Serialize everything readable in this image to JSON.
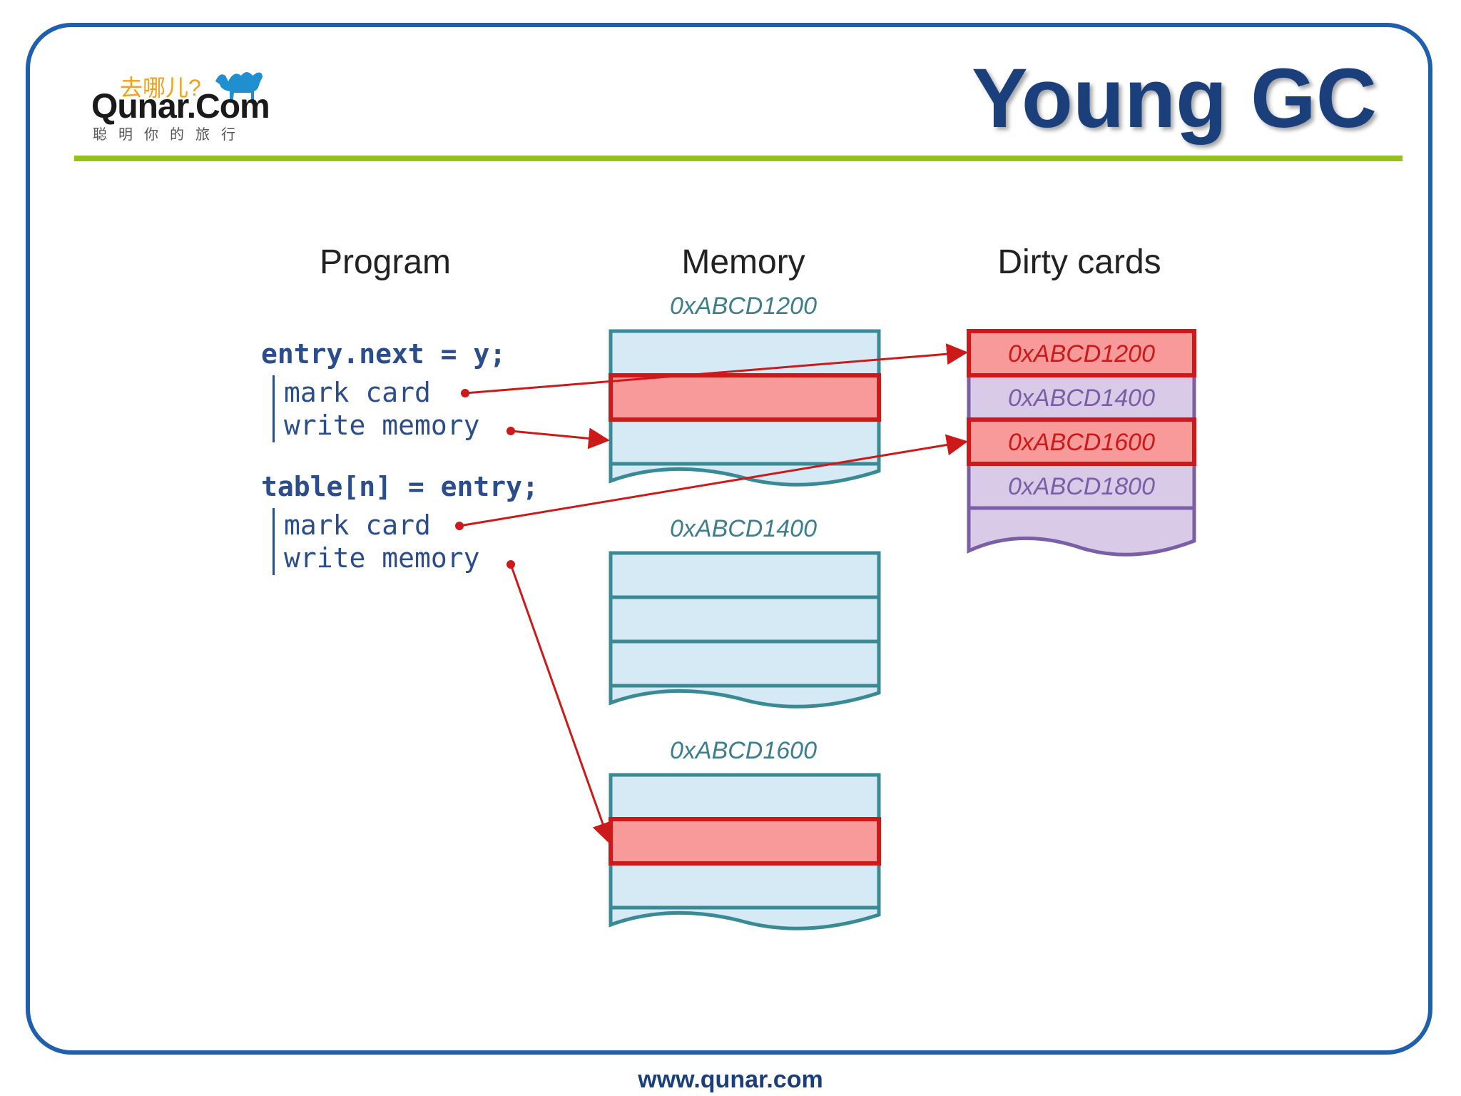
{
  "header": {
    "title": "Young GC",
    "logo": {
      "chinese": "去哪儿?",
      "name": "Qunar.Com",
      "slogan": "聪明你的旅行"
    }
  },
  "footer": {
    "url": "www.qunar.com"
  },
  "diagram": {
    "columns": {
      "program": "Program",
      "memory": "Memory",
      "dirty_cards": "Dirty cards"
    },
    "program": {
      "stmt1": "entry.next = y;",
      "stmt1_ops": [
        "mark card",
        "write memory"
      ],
      "stmt2": "table[n] = entry;",
      "stmt2_ops": [
        "mark card",
        "write memory"
      ]
    },
    "memory_blocks": [
      {
        "address": "0xABCD1200",
        "marked_row": 2
      },
      {
        "address": "0xABCD1400",
        "marked_row": null
      },
      {
        "address": "0xABCD1600",
        "marked_row": 2
      }
    ],
    "dirty_cards": [
      {
        "address": "0xABCD1200",
        "dirty": true
      },
      {
        "address": "0xABCD1400",
        "dirty": false
      },
      {
        "address": "0xABCD1600",
        "dirty": true
      },
      {
        "address": "0xABCD1800",
        "dirty": false
      }
    ],
    "colors": {
      "frame": "#1f5fb0",
      "title": "#1b3f7a",
      "rule": "#95c11f",
      "memory_fill": "#d6eaf6",
      "memory_stroke": "#3a8a96",
      "card_fill": "#d9cbe8",
      "card_stroke": "#7a5ea6",
      "marked_fill": "#f89a9a",
      "marked_stroke": "#cc1a1a",
      "arrow": "#cc1a1a"
    }
  }
}
